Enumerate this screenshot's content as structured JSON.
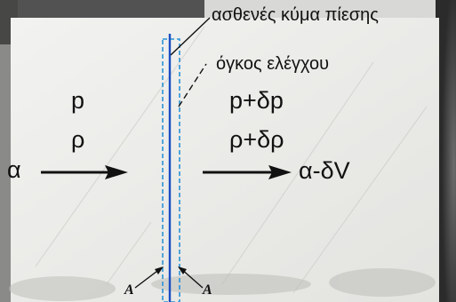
{
  "labels": {
    "weak_wave": "ασθενές κύμα πίεσης",
    "control_volume": "όγκος ελέγχου",
    "p_left": "p",
    "rho_left": "ρ",
    "a_left": "α",
    "p_right": "p+δp",
    "rho_right": "ρ+δρ",
    "a_right": "α-δV",
    "area_left": "A",
    "area_right": "A"
  },
  "colors": {
    "wave_line": "#1a4fc4",
    "control_volume_dash": "#2a93d5",
    "text": "#111111"
  }
}
